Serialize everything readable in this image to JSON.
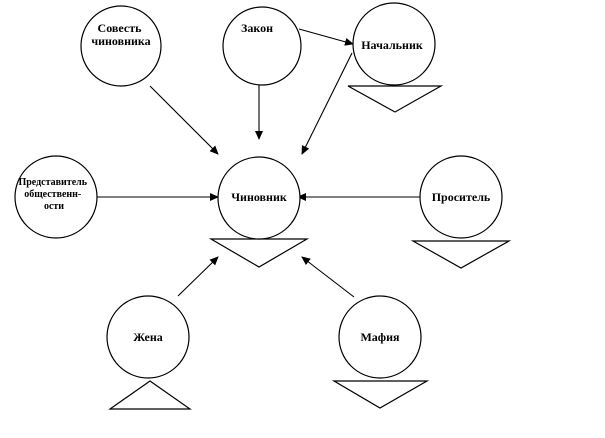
{
  "colors": {
    "background": "#ffffff",
    "stroke": "#000000",
    "text": "#000000"
  },
  "nodes": {
    "sovest": {
      "lines": [
        "Совесть",
        "чиновника"
      ]
    },
    "zakon": {
      "lines": [
        "Закон"
      ]
    },
    "nachalnik": {
      "lines": [
        "Начальник"
      ]
    },
    "predstavitel": {
      "lines": [
        "Представитель",
        "общественн-",
        "ости"
      ]
    },
    "chinovnik": {
      "lines": [
        "Чиновник"
      ]
    },
    "prositel": {
      "lines": [
        "Проситель"
      ]
    },
    "zhena": {
      "lines": [
        "Жена"
      ]
    },
    "mafia": {
      "lines": [
        "Мафия"
      ]
    }
  },
  "edges": [
    {
      "from": "sovest",
      "to": "chinovnik"
    },
    {
      "from": "zakon",
      "to": "chinovnik"
    },
    {
      "from": "zakon",
      "to": "nachalnik"
    },
    {
      "from": "nachalnik",
      "to": "chinovnik"
    },
    {
      "from": "predstavitel",
      "to": "chinovnik"
    },
    {
      "from": "prositel",
      "to": "chinovnik"
    },
    {
      "from": "zhena",
      "to": "chinovnik"
    },
    {
      "from": "mafia",
      "to": "chinovnik"
    }
  ]
}
